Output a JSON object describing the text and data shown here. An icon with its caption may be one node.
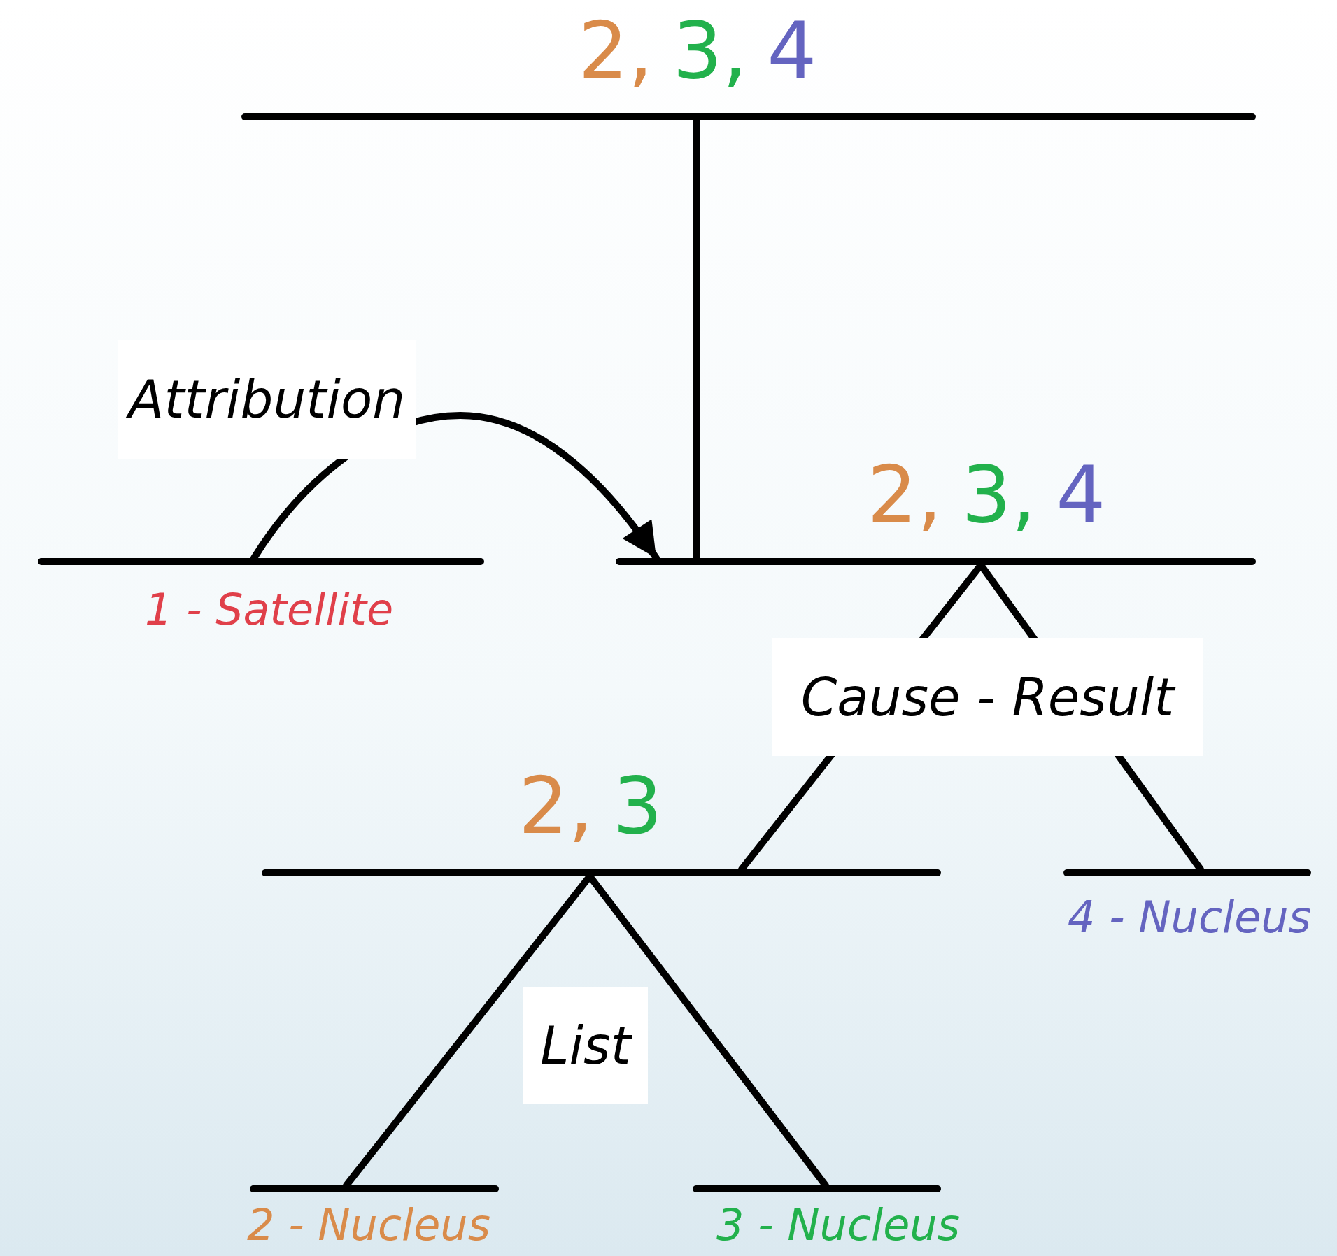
{
  "diagram": {
    "nodes": [
      {
        "text": [],
        "shape": "bar",
        "beside": [
          "2,",
          "3,",
          "4"
        ]
      },
      {
        "text": [],
        "shape": "bar",
        "beside": [
          "1 - Satellite"
        ]
      },
      {
        "text": [],
        "shape": "bar",
        "beside": [
          "2,",
          "3,",
          "4"
        ]
      },
      {
        "text": [],
        "shape": "bar",
        "beside": [
          "2,",
          "3"
        ]
      },
      {
        "text": [],
        "shape": "bar",
        "beside": [
          "4 - Nucleus"
        ]
      },
      {
        "text": [],
        "shape": "bar",
        "beside": [
          "2 - Nucleus"
        ]
      },
      {
        "text": [],
        "shape": "bar",
        "beside": [
          "3 - Nucleus"
        ]
      }
    ],
    "edges": [
      {
        "from": 0,
        "to": 2,
        "arrow": "none"
      },
      {
        "from": 1,
        "to": 2,
        "arrow": "to",
        "label": "Attribution"
      },
      {
        "from": 2,
        "to": 3,
        "arrow": "none",
        "label": "Cause - Result"
      },
      {
        "from": 2,
        "to": 4,
        "arrow": "none"
      },
      {
        "from": 3,
        "to": 5,
        "arrow": "none"
      },
      {
        "from": 3,
        "to": 6,
        "arrow": "none"
      }
    ],
    "labels": [
      "List"
    ]
  }
}
